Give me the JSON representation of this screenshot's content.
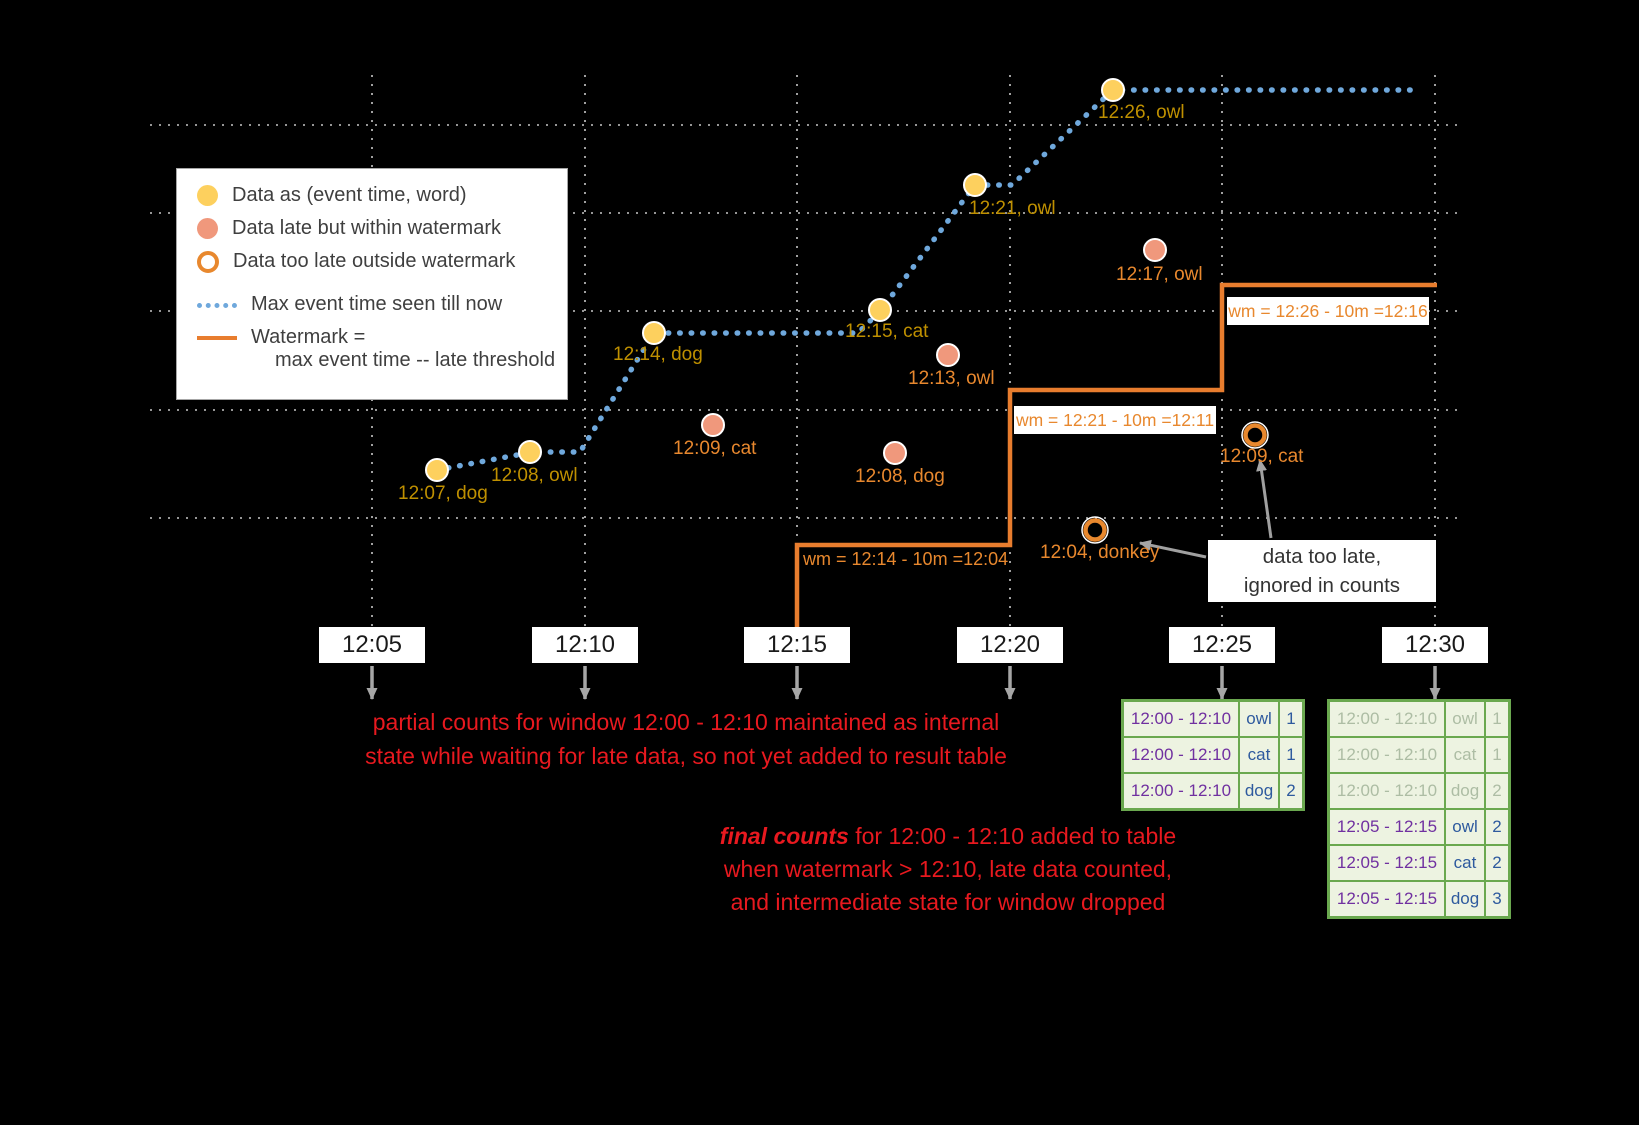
{
  "colors": {
    "background": "#000000",
    "on_time_point": "#fdd05e",
    "late_point": "#f0987c",
    "too_late_ring": "#e8882e",
    "on_time_label": "#bf9000",
    "late_label": "#e8882e",
    "max_event_time_line": "#6fa8dc",
    "watermark_line": "#e87d2e",
    "annotation_red": "#e8191f",
    "table_green": "#6aa84f",
    "table_window_purple": "#7030a0",
    "table_word_blue": "#2e5a9e"
  },
  "legend": {
    "items": [
      {
        "label": "Data as (event time, word)"
      },
      {
        "label": "Data late but within watermark"
      },
      {
        "label": "Data too late outside watermark"
      },
      {
        "label": "Max event time seen till now"
      },
      {
        "label": "Watermark =",
        "label2": "max event time -- late threshold"
      }
    ]
  },
  "chart_data": {
    "type": "scatter",
    "x_ticks": [
      "12:05",
      "12:10",
      "12:15",
      "12:20",
      "12:25",
      "12:30"
    ],
    "series": [
      {
        "name": "Data as (event time, word)",
        "points": [
          "12:07, dog",
          "12:08, owl",
          "12:14, dog",
          "12:15, cat",
          "12:21, owl",
          "12:26, owl"
        ]
      },
      {
        "name": "Data late but within watermark",
        "points": [
          "12:09, cat",
          "12:08, dog",
          "12:13, owl",
          "12:17, owl"
        ]
      },
      {
        "name": "Data too late outside watermark",
        "points": [
          "12:04, donkey",
          "12:09, cat"
        ]
      }
    ],
    "max_event_time_line": "Max event time seen till now",
    "watermark_line": "Watermark = max event time -- late threshold",
    "watermark_step_labels": [
      "wm = 12:14 - 10m =12:04",
      "wm = 12:21 - 10m =12:11",
      "wm = 12:26 - 10m =12:16"
    ]
  },
  "annotations": {
    "partial_line1": "partial counts for window 12:00 - 12:10 maintained as internal",
    "partial_line2": "state while waiting for late data, so not yet added  to result table",
    "final_emphasis": "final counts",
    "final_line1_rest": " for 12:00 - 12:10 added to table",
    "final_line2": "when watermark > 12:10, late data counted,",
    "final_line3": "and intermediate state for window dropped",
    "too_late_line1": "data too late,",
    "too_late_line2": "ignored in counts"
  },
  "result_tables": {
    "at_12_25": {
      "rows": [
        {
          "window": "12:00 - 12:10",
          "word": "owl",
          "count": "1"
        },
        {
          "window": "12:00 - 12:10",
          "word": "cat",
          "count": "1"
        },
        {
          "window": "12:00 - 12:10",
          "word": "dog",
          "count": "2"
        }
      ]
    },
    "at_12_30": {
      "rows": [
        {
          "window": "12:00 - 12:10",
          "word": "owl",
          "count": "1"
        },
        {
          "window": "12:00 - 12:10",
          "word": "cat",
          "count": "1"
        },
        {
          "window": "12:00 - 12:10",
          "word": "dog",
          "count": "2"
        },
        {
          "window": "12:05 - 12:15",
          "word": "owl",
          "count": "2"
        },
        {
          "window": "12:05 - 12:15",
          "word": "cat",
          "count": "2"
        },
        {
          "window": "12:05 - 12:15",
          "word": "dog",
          "count": "3"
        }
      ]
    }
  }
}
